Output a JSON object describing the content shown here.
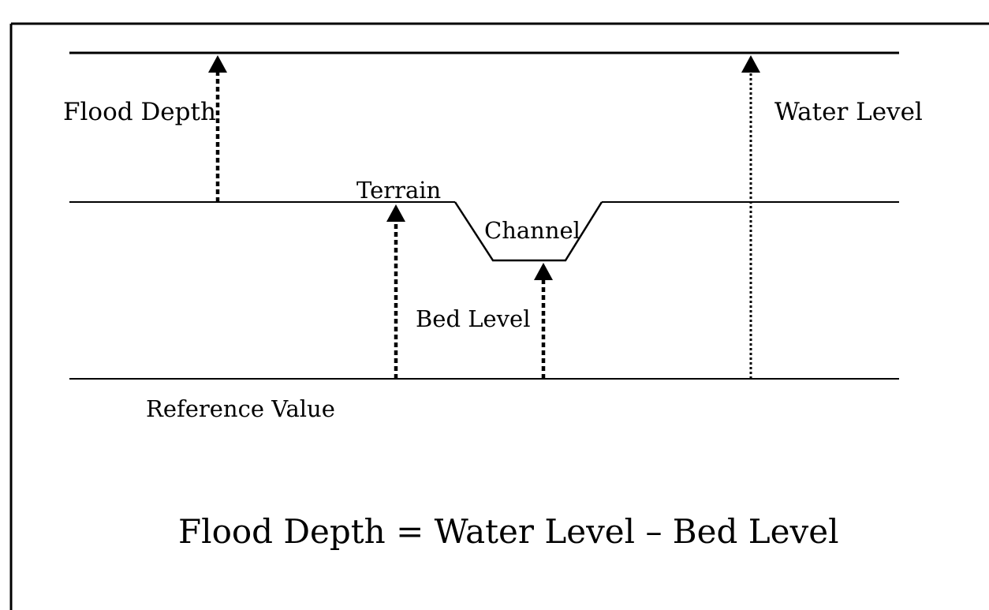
{
  "diagram": {
    "labels": {
      "flood_depth": "Flood Depth",
      "water_level": "Water Level",
      "terrain": "Terrain",
      "channel": "Channel",
      "bed_level": "Bed Level",
      "reference_value": "Reference Value"
    },
    "formula": "Flood Depth = Water Level – Bed Level",
    "colors": {
      "line": "#000000",
      "background": "#ffffff"
    }
  }
}
